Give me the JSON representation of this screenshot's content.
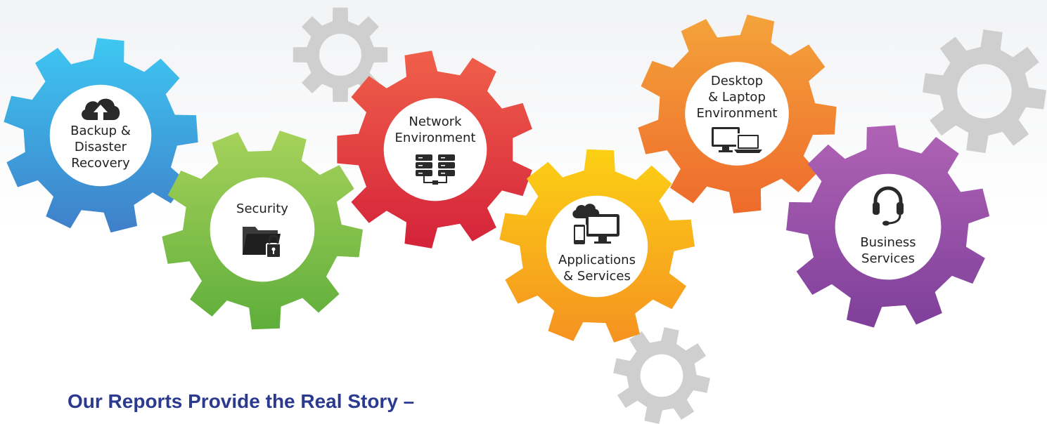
{
  "gears": [
    {
      "id": "backup",
      "lines": [
        "Backup &",
        "Disaster",
        "Recovery"
      ],
      "color_top": "#3ec8f2",
      "color_bottom": "#3f7fc9",
      "icon": "cloud-upload-icon"
    },
    {
      "id": "security",
      "lines": [
        "Security"
      ],
      "color_top": "#a6d25b",
      "color_bottom": "#5fae3b",
      "icon": "locked-folder-icon"
    },
    {
      "id": "network",
      "lines": [
        "Network",
        "Environment"
      ],
      "color_top": "#f0604a",
      "color_bottom": "#d4223a",
      "icon": "servers-icon"
    },
    {
      "id": "applications",
      "lines": [
        "Applications",
        "& Services"
      ],
      "color_top": "#fcd014",
      "color_bottom": "#f59221",
      "icon": "cloud-devices-icon"
    },
    {
      "id": "desktop",
      "lines": [
        "Desktop",
        "& Laptop",
        "Environment"
      ],
      "color_top": "#f4a33a",
      "color_bottom": "#ee6a2c",
      "icon": "desktop-laptop-icon"
    },
    {
      "id": "business",
      "lines": [
        "Business",
        "Services"
      ],
      "color_top": "#b063b5",
      "color_bottom": "#7e3f9a",
      "icon": "headset-icon"
    }
  ],
  "decorative_gear_color": "#cfcfcf",
  "headline": "Our Reports Provide the Real Story –",
  "headline_color": "#2b3a8f"
}
